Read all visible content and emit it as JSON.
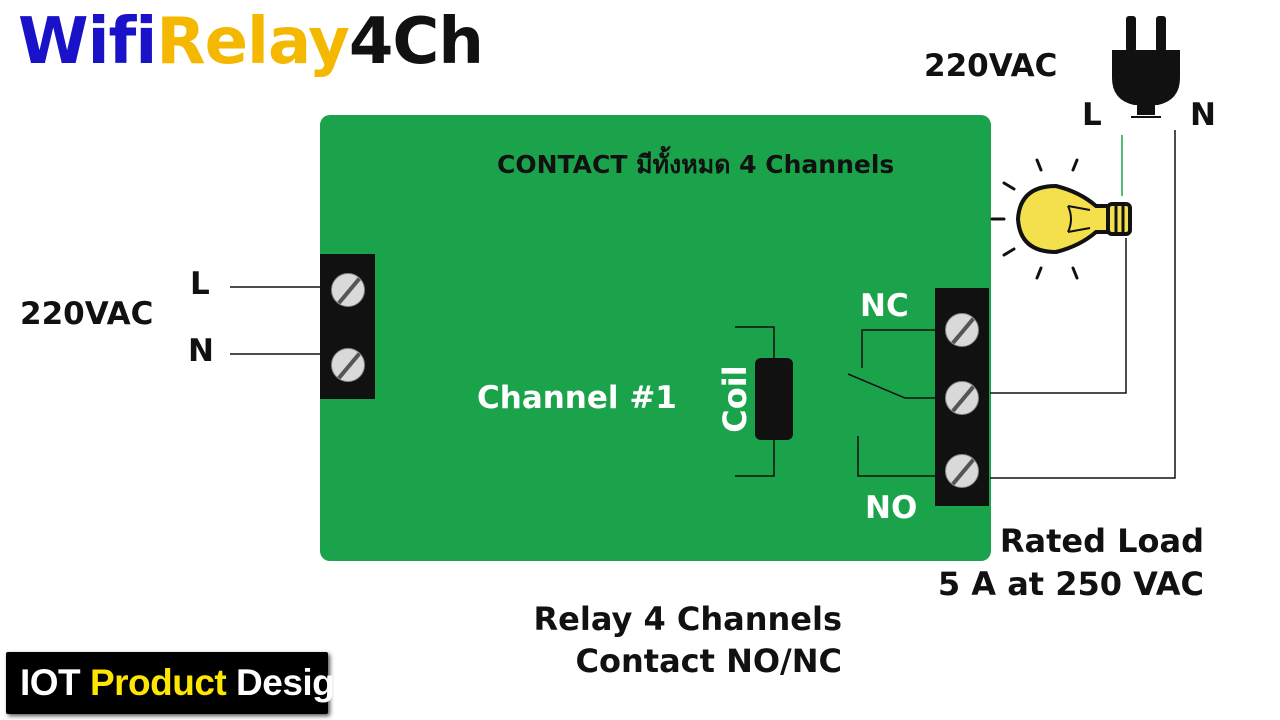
{
  "title": {
    "part1": "Wifi",
    "part2": "Relay",
    "part3": "4Ch"
  },
  "colors": {
    "title_blue": "#1a12c8",
    "title_yellow": "#f5b800",
    "title_black": "#111111",
    "board_green": "#1aa34a",
    "logo_yellow": "#ffe600"
  },
  "input": {
    "voltage": "220VAC",
    "line": "L",
    "neutral": "N"
  },
  "output": {
    "voltage": "220VAC",
    "line": "L",
    "neutral": "N"
  },
  "board": {
    "contact_note": "CONTACT มีทั้งหมด 4 Channels",
    "channel_label": "Channel #1",
    "coil_label": "Coil",
    "nc_label": "NC",
    "no_label": "NO"
  },
  "rated_load": {
    "line1": "Rated Load",
    "line2": "5 A at 250 VAC"
  },
  "caption": {
    "line1": "Relay 4 Channels",
    "line2": "Contact NO/NC"
  },
  "logo": {
    "word1": "IOT",
    "word2": "Product",
    "word3": "Design"
  },
  "icons": {
    "plug": "power-plug-icon",
    "bulb": "light-bulb-icon",
    "screw": "screw-terminal-icon"
  }
}
